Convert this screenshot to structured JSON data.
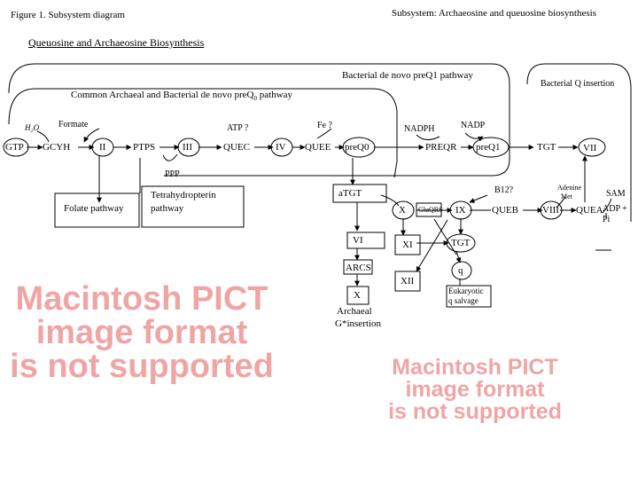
{
  "header": {
    "figure_label": "Figure 1. Subsystem diagram",
    "subsystem_label": "Subsystem: Archaeosine and queuosine biosynthesis"
  },
  "title": "Queuosine and Archaeosine Biosynthesis",
  "regions": {
    "bacterial_preq1": "Bacterial de novo preQ1 pathway",
    "common_preq0": "Common Archaeal and Bacterial de novo preQ",
    "common_preq0_sub": "0",
    "common_preq0_tail": " pathway",
    "bacterial_q_insertion": "Bacterial Q insertion"
  },
  "nodes": {
    "gtp": "GTP",
    "gcyh": "GCYH",
    "ii": "II",
    "ptps": "PTPS",
    "iii": "III",
    "quec": "QUEC",
    "iv": "IV",
    "queE": "QUEE",
    "preq0": "preQ0",
    "preqr": "PREQR",
    "preq1": "preQ1",
    "tgt_top": "TGT",
    "vii": "VII",
    "folate": "Folate pathway",
    "thb_line1": "Tetrahydropterin",
    "thb_line2": "pathway",
    "atgt": "aTGT",
    "x_mid": "X",
    "glnqrs": "GluQRS",
    "ix": "IX",
    "queb": "QUEB",
    "viii": "VIII",
    "quea": "QUEA",
    "vi": "VI",
    "xi": "XI",
    "tgt_mid": "TGT",
    "arcs": "ARCS",
    "xii": "XII",
    "q": "q",
    "x_low": "X",
    "archaeal_g": "Archaeal",
    "archaeal_g2": "G*insertion",
    "eukaryotic": "Eukaryotic",
    "qsalvage": "q salvage"
  },
  "labels": {
    "h2o": "H₂O",
    "formate": "Formate",
    "atp": "ATP ?",
    "fe": "Fe ?",
    "nadph": "NADPH",
    "nadp": "NADP",
    "ppp": "PPP",
    "b12": "B12?",
    "adenine_met_1": "Adenine",
    "adenine_met_2": "Met",
    "sam": "SAM",
    "adp": "ADP +",
    "pi": "Pi"
  },
  "placeholder": {
    "line1": "Macintosh PICT",
    "line2": "image format",
    "line3": "is not supported"
  },
  "colors": {
    "placeholder_text": "#f0a5a5",
    "line": "#000000"
  }
}
